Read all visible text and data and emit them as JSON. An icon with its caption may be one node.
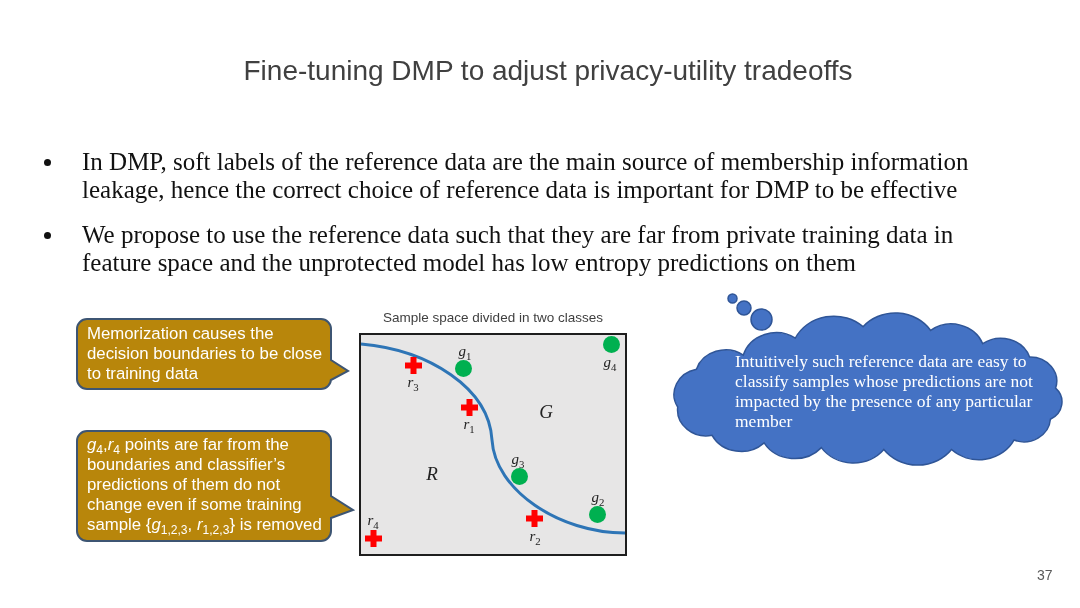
{
  "diagram": {
    "title": "Fine-tuning DMP to adjust privacy-utility tradeoffs",
    "nodes": [
      {
        "text": [
          "Memorization causes the decision boundaries to be close to training data"
        ]
      },
      {
        "text": [
          "*g*$_{4}$,*r*$_{4}$ points are far from the boundaries and classifier’s predictions of them do not change even if some training sample {*g*$_{1,2,3}$, *r*$_{1,2,3}$} is removed"
        ]
      },
      {
        "text": [
          "Sample space divided in two classes"
        ]
      },
      {
        "text": [],
        "shape": "circle",
        "in": 2,
        "beside": [
          "*g*$_{4}$"
        ]
      },
      {
        "text": [],
        "shape": "cross",
        "in": 2,
        "beside": [
          "*r*$_{3}$"
        ]
      },
      {
        "text": [],
        "shape": "circle",
        "in": 2,
        "beside": [
          "*g*$_{1}$"
        ]
      },
      {
        "text": [],
        "shape": "cross",
        "in": 2,
        "beside": [
          "*r*$_{1}$"
        ]
      },
      {
        "text": [],
        "shape": "circle",
        "in": 2,
        "beside": [
          "*g*$_{3}$"
        ]
      },
      {
        "text": [],
        "shape": "circle",
        "in": 2,
        "beside": [
          "*g*$_{2}$"
        ]
      },
      {
        "text": [],
        "shape": "cross",
        "in": 2,
        "beside": [
          "*r*$_{2}$"
        ]
      },
      {
        "text": [],
        "shape": "cross",
        "in": 2,
        "beside": [
          "*r*$_{4}$"
        ]
      },
      {
        "text": [
          "Intuitively such reference data are easy to classify samples whose predictions are not impacted by the presence of any particular member"
        ]
      }
    ],
    "labels": [
      "In DMP, soft labels of the reference data are the main source of membership information leakage, hence the correct choice of reference data is important for DMP to be effective",
      "We propose to use the reference data such that they are far from private training data in feature space and the unprotected model has low entropy predictions on them",
      "G",
      "R",
      "37"
    ]
  }
}
